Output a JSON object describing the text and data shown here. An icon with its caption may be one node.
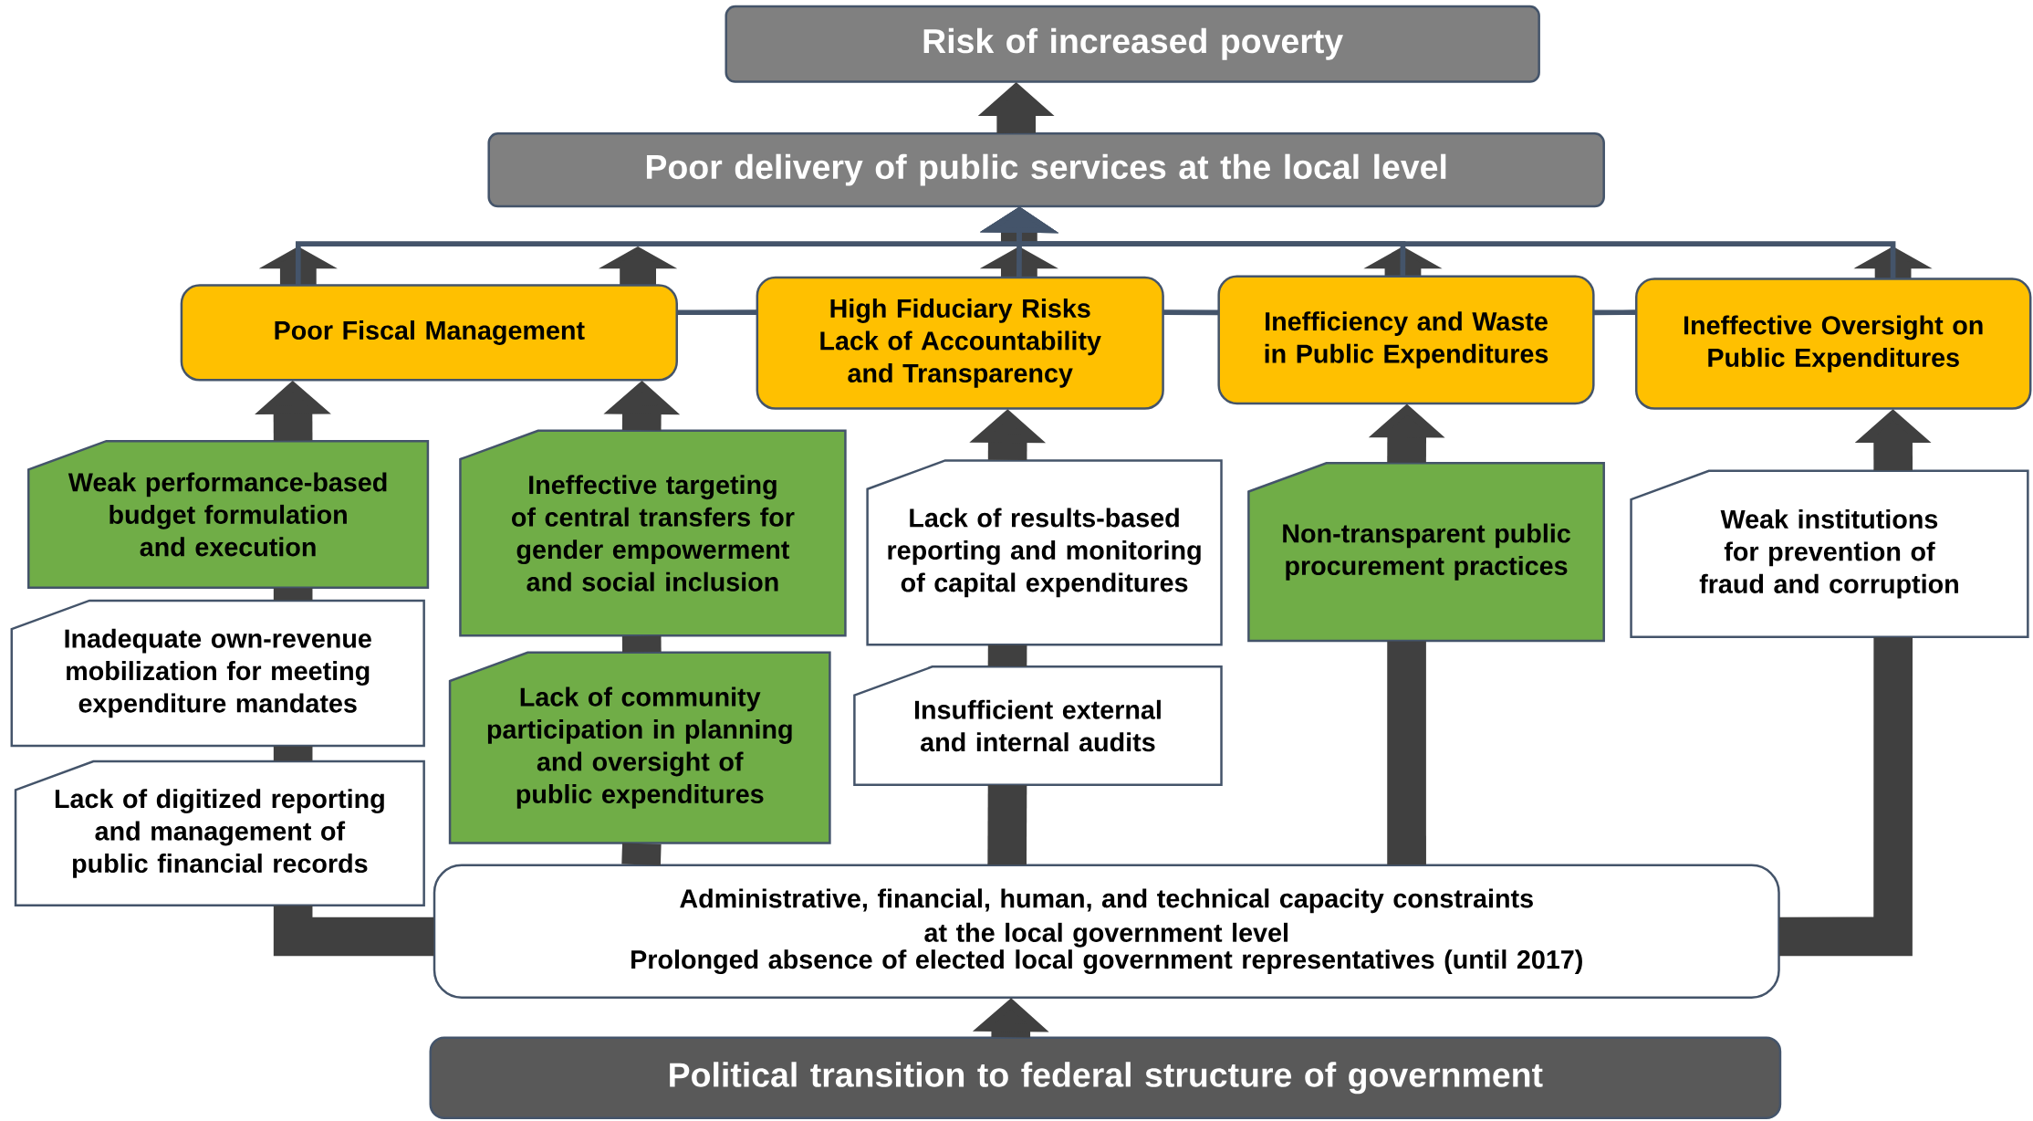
{
  "diagram": {
    "nodes": [
      {
        "text": [
          "Risk of increased poverty"
        ]
      },
      {
        "text": [
          "Poor delivery of public services at the local level"
        ]
      },
      {
        "text": [
          "Poor Fiscal Management"
        ]
      },
      {
        "text": [
          "High Fiduciary Risks Lack of Accountability and Transparency"
        ]
      },
      {
        "text": [
          "Inefficiency and Waste in Public Expenditures"
        ]
      },
      {
        "text": [
          "Ineffective Oversight on Public Expenditures"
        ]
      },
      {
        "text": [
          "Weak performance-based budget formulation and execution"
        ]
      },
      {
        "text": [
          "Inadequate own-revenue mobilization for meeting expenditure mandates"
        ]
      },
      {
        "text": [
          "Lack of digitized reporting and management of public financial records"
        ]
      },
      {
        "text": [
          "Ineffective targeting of central transfers for gender empowerment and social inclusion"
        ]
      },
      {
        "text": [
          "Lack of community participation in planning and oversight of public expenditures"
        ]
      },
      {
        "text": [
          "Lack of results-based reporting and monitoring of capital expenditures"
        ]
      },
      {
        "text": [
          "Insufficient external and internal audits"
        ]
      },
      {
        "text": [
          "Non-transparent public procurement practices"
        ]
      },
      {
        "text": [
          "Weak institutions for prevention of fraud and corruption"
        ]
      },
      {
        "text": [
          "Administrative, financial, human, and technical capacity constraints at the local government level",
          "Prolonged absence of elected local government representatives (until 2017)"
        ]
      },
      {
        "text": [
          "Political transition to federal structure of government"
        ]
      }
    ],
    "edges": [
      {
        "from": 1,
        "to": 0,
        "arrow": "to"
      },
      {
        "from": 2,
        "to": 1,
        "arrow": "to",
        "color": "#44546a"
      },
      {
        "from": 3,
        "to": 1,
        "arrow": "to",
        "color": "#44546a"
      },
      {
        "from": 4,
        "to": 1,
        "arrow": "to",
        "color": "#44546a"
      },
      {
        "from": 5,
        "to": 1,
        "arrow": "to",
        "color": "#44546a"
      },
      {
        "from": 2,
        "to": 3,
        "arrow": "none",
        "color": "#44546a"
      },
      {
        "from": 3,
        "to": 4,
        "arrow": "none",
        "color": "#44546a"
      },
      {
        "from": 4,
        "to": 5,
        "arrow": "none",
        "color": "#44546a"
      },
      {
        "from": 6,
        "to": 2,
        "arrow": "to"
      },
      {
        "from": 7,
        "to": 6,
        "arrow": "none"
      },
      {
        "from": 8,
        "to": 7,
        "arrow": "none"
      },
      {
        "from": 15,
        "to": 8,
        "arrow": "none"
      },
      {
        "from": 9,
        "to": 2,
        "arrow": "to"
      },
      {
        "from": 10,
        "to": 9,
        "arrow": "none"
      },
      {
        "from": 15,
        "to": 10,
        "arrow": "none"
      },
      {
        "from": 11,
        "to": 3,
        "arrow": "to"
      },
      {
        "from": 12,
        "to": 11,
        "arrow": "none"
      },
      {
        "from": 15,
        "to": 12,
        "arrow": "none"
      },
      {
        "from": 13,
        "to": 4,
        "arrow": "to"
      },
      {
        "from": 15,
        "to": 13,
        "arrow": "none"
      },
      {
        "from": 14,
        "to": 5,
        "arrow": "to"
      },
      {
        "from": 15,
        "to": 14,
        "arrow": "none"
      },
      {
        "from": 16,
        "to": 15,
        "arrow": "to"
      }
    ]
  }
}
